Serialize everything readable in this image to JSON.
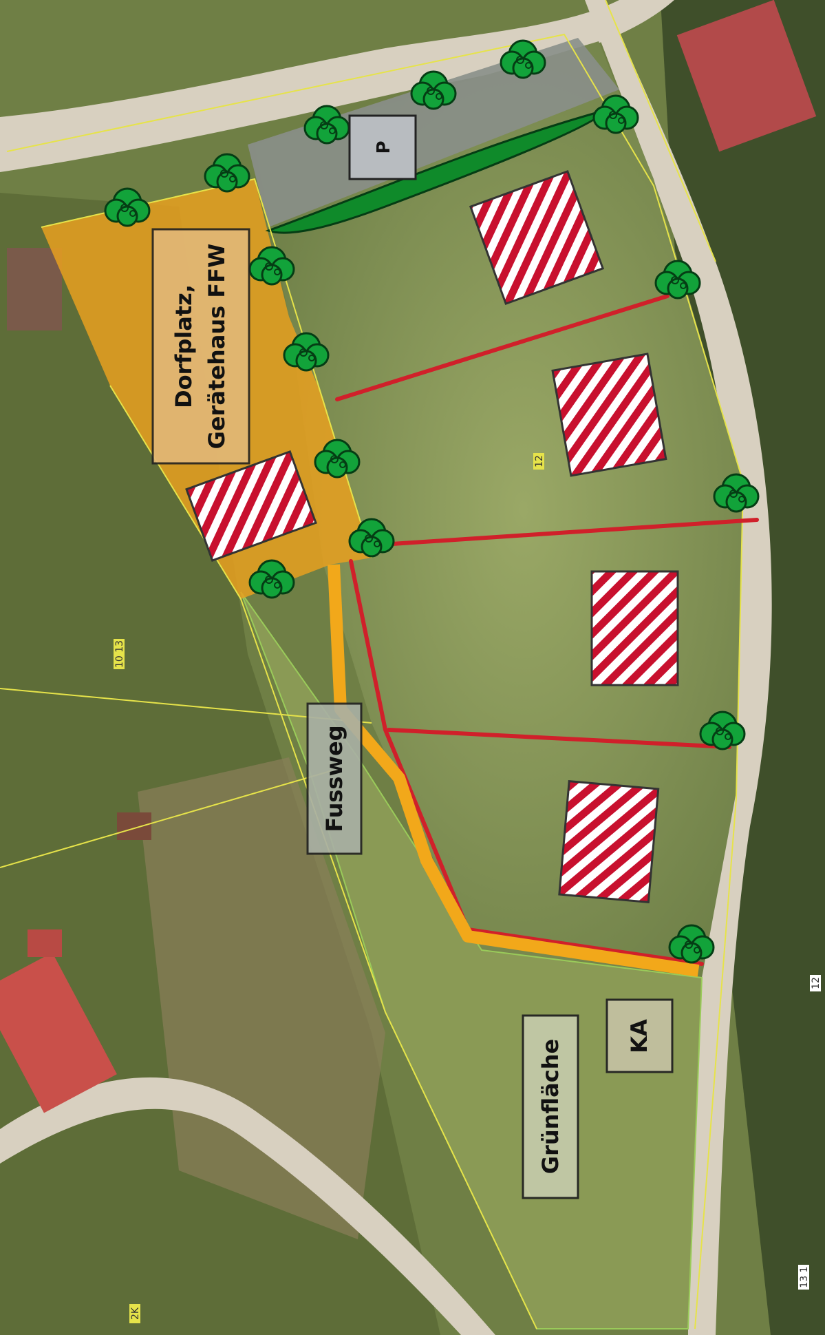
{
  "labels": {
    "dorfplatz_line1": "Dorfplatz,",
    "dorfplatz_line2": "Gerätehaus FFW",
    "parking": "P",
    "footpath": "Fussweg",
    "green_area": "Grünfläche",
    "ka": "KA",
    "parcel_12": "12",
    "parcel_10_13": "10 13",
    "parcel_12_road": "12",
    "parcel_13": "13 1",
    "parcel_2k": "2K"
  },
  "colors": {
    "village_square": "#e8a020",
    "parking_area": "#8a8f8a",
    "hedge": "#0f8a2a",
    "tree": "#12a33a",
    "plot_line": "#d0202a",
    "footpath": "#f2a81a",
    "cadastre": "#e6e34a",
    "building_hatch": "#c8102e",
    "road": "#d8d0c0",
    "meadow": "#8a9a55"
  },
  "icons": {
    "tree": "tree-icon",
    "building": "planned-building-hatch"
  }
}
